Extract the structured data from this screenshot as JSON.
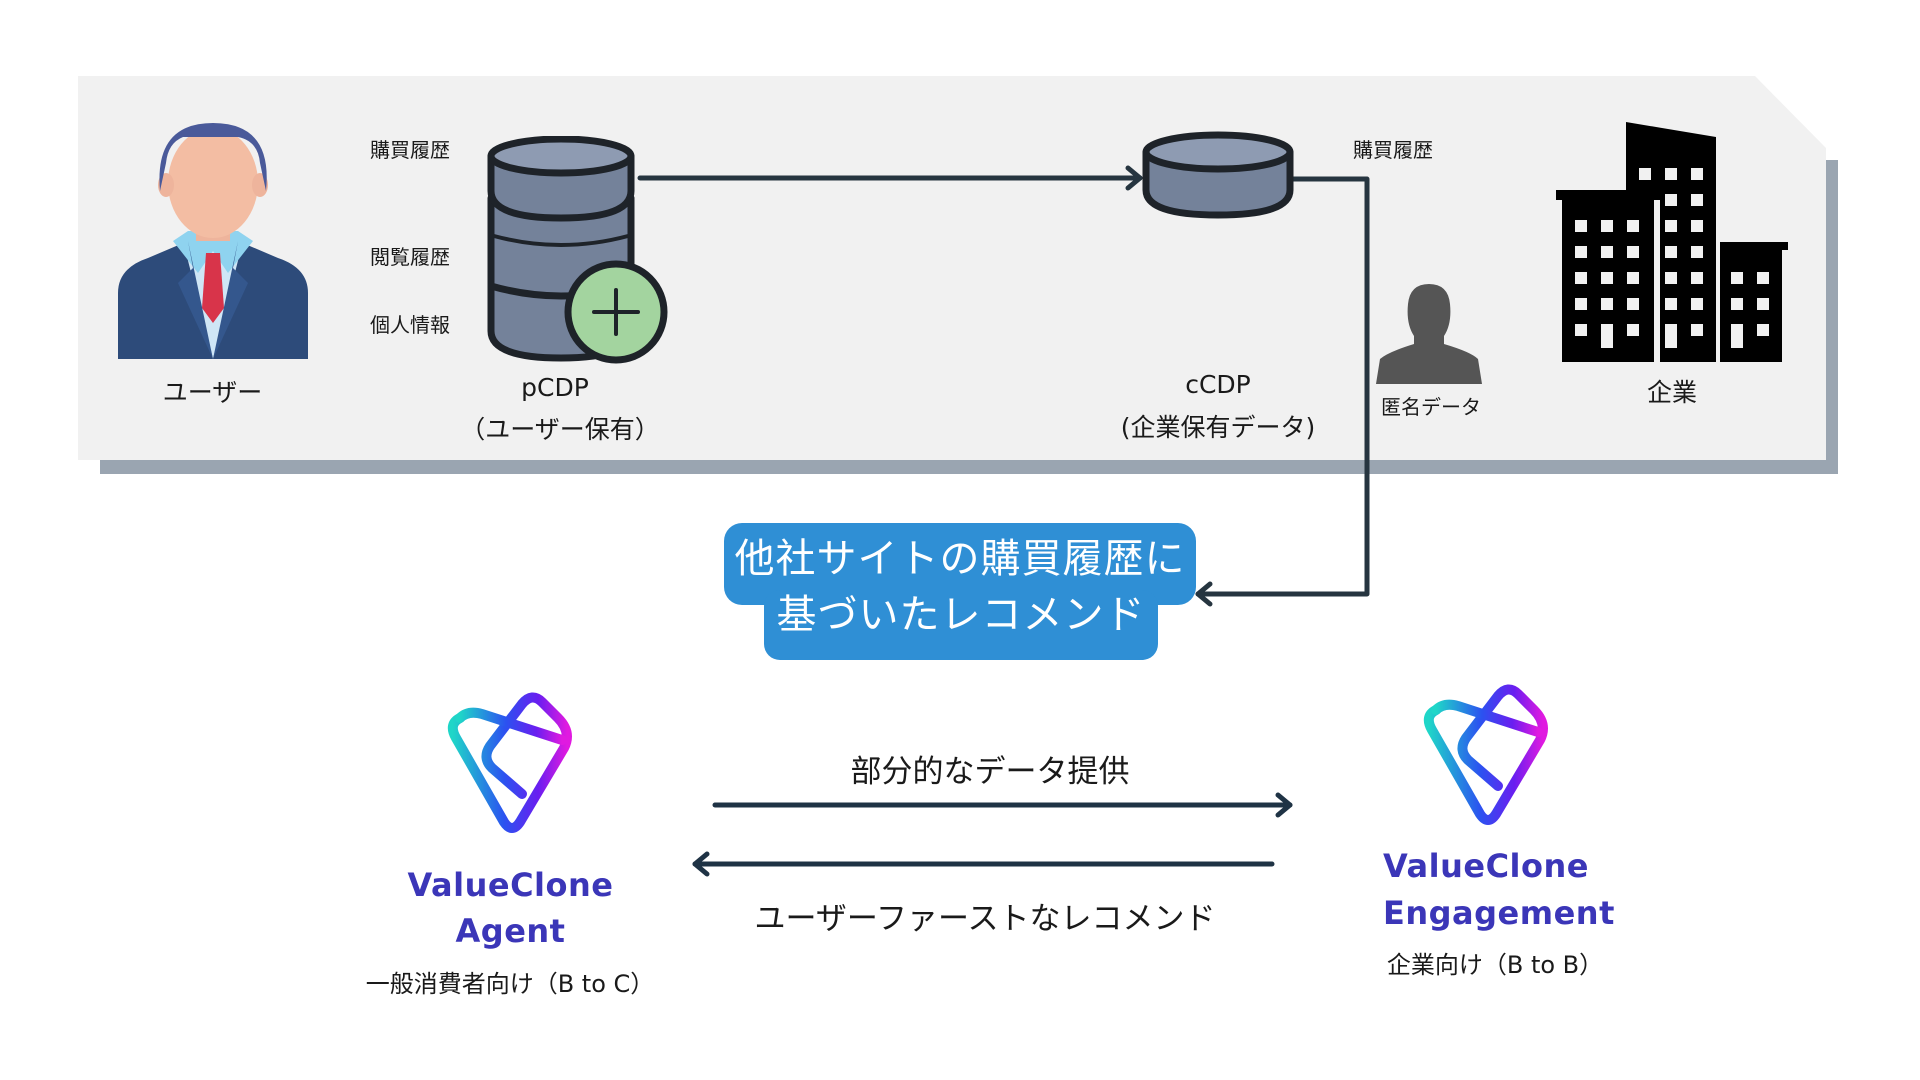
{
  "panel": {
    "user": {
      "label": "ユーザー",
      "icon": "businessman-icon"
    },
    "pcdp": {
      "title": "pCDP",
      "subtitle": "（ユーザー保有）",
      "icon": "database-plus-icon",
      "data_items": [
        "購買履歴",
        "閲覧履歴",
        "個人情報"
      ]
    },
    "ccdp": {
      "title": "cCDP",
      "subtitle": "(企業保有データ)",
      "icon": "database-icon"
    },
    "purchase_history_label": "購買履歴",
    "anonymous": {
      "label": "匿名データ",
      "icon": "person-silhouette-icon"
    },
    "company": {
      "label": "企業",
      "icon": "buildings-icon"
    }
  },
  "callout": {
    "line1": "他社サイトの購買履歴に",
    "line2": "基づいたレコメンド",
    "color": "#2f8fd5"
  },
  "bottom": {
    "agent": {
      "name_line1": "ValueClone",
      "name_line2": "Agent",
      "audience": "一般消費者向け（B to C）",
      "icon": "valueclone-logo-icon"
    },
    "engagement": {
      "name_line1": "ValueClone",
      "name_line2": "Engagement",
      "audience": "企業向け（B to B）",
      "icon": "valueclone-logo-icon"
    },
    "arrow_right_label": "部分的なデータ提供",
    "arrow_left_label": "ユーザーファーストなレコメンド"
  },
  "colors": {
    "panel_bg": "#f1f1f1",
    "panel_shadow": "#9aa5b1",
    "line": "#263540",
    "brand_text": "#3b36b8"
  }
}
